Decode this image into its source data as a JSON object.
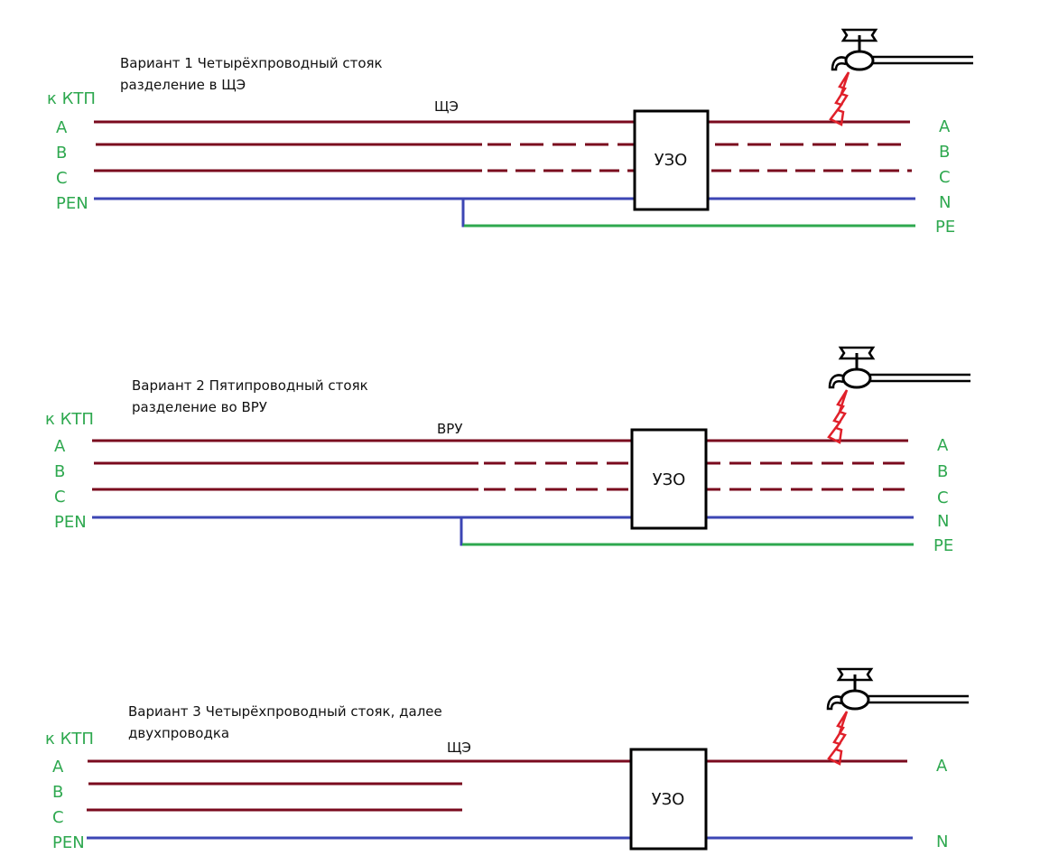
{
  "colors": {
    "phase": "#7a0a1e",
    "pen_n": "#3c46b4",
    "pe": "#2ea84f",
    "label": "#2ea84f",
    "box": "#000000",
    "spark": "#e0202a",
    "faucet": "#000000"
  },
  "variants": [
    {
      "title_line1": "Вариант 1 Четырёхпроводный стояк",
      "title_line2": "разделение в ЩЭ",
      "source_label": "к КТП",
      "node_label": "ЩЭ",
      "rcd_label": "УЗО",
      "left_labels": [
        "A",
        "B",
        "C",
        "PEN"
      ],
      "right_labels": [
        "A",
        "B",
        "C",
        "N",
        "PE"
      ]
    },
    {
      "title_line1": "Вариант 2 Пятипроводный стояк",
      "title_line2": "разделение во ВРУ",
      "source_label": "к КТП",
      "node_label": "ВРУ",
      "rcd_label": "УЗО",
      "left_labels": [
        "A",
        "B",
        "C",
        "PEN"
      ],
      "right_labels": [
        "A",
        "B",
        "C",
        "N",
        "PE"
      ]
    },
    {
      "title_line1": "Вариант 3 Четырёхпроводный стояк, далее",
      "title_line2": "двухпроводка",
      "source_label": "к КТП",
      "node_label": "ЩЭ",
      "rcd_label": "УЗО",
      "left_labels": [
        "A",
        "B",
        "C",
        "PEN"
      ],
      "right_labels": [
        "A",
        "N"
      ]
    }
  ]
}
